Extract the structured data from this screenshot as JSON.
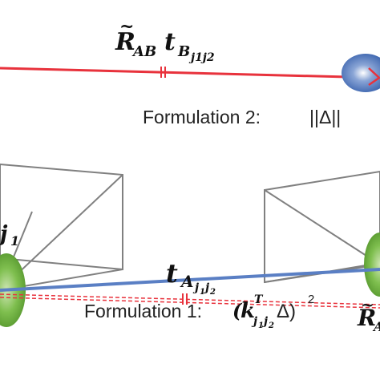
{
  "top_expression": {
    "main": "R",
    "tilde": "~",
    "sub1": "AB",
    "main2": "t",
    "sub2": "B",
    "sub2b": "j1j2"
  },
  "formulation2": {
    "prefix": "Formulation 2:",
    "expr": "||Δ||"
  },
  "left_partial_label": {
    "main": "j",
    "sub": "1"
  },
  "middle_expression": {
    "main": "t",
    "sub": "A",
    "subsub1": "j",
    "subsub1_idx": "1",
    "subsub2": "j",
    "subsub2_idx": "2"
  },
  "formulation1": {
    "prefix": "Formulation 1:",
    "open": "(",
    "k": "k",
    "k_sup": "T",
    "k_sub": "j",
    "k_sub_idx1": "1",
    "k_sub_j2": "j",
    "k_sub_idx2": "2",
    "delta": "Δ)",
    "power": "2"
  },
  "right_partial_label": {
    "main": "R",
    "tilde": "~",
    "sub": "A"
  },
  "colors": {
    "red_vector": "#e8323c",
    "blue_vector": "#5a7fc4",
    "blue_ellipse": "#2f5aa8",
    "green_ellipse": "#5aa12f",
    "frame_gray": "#808080"
  }
}
